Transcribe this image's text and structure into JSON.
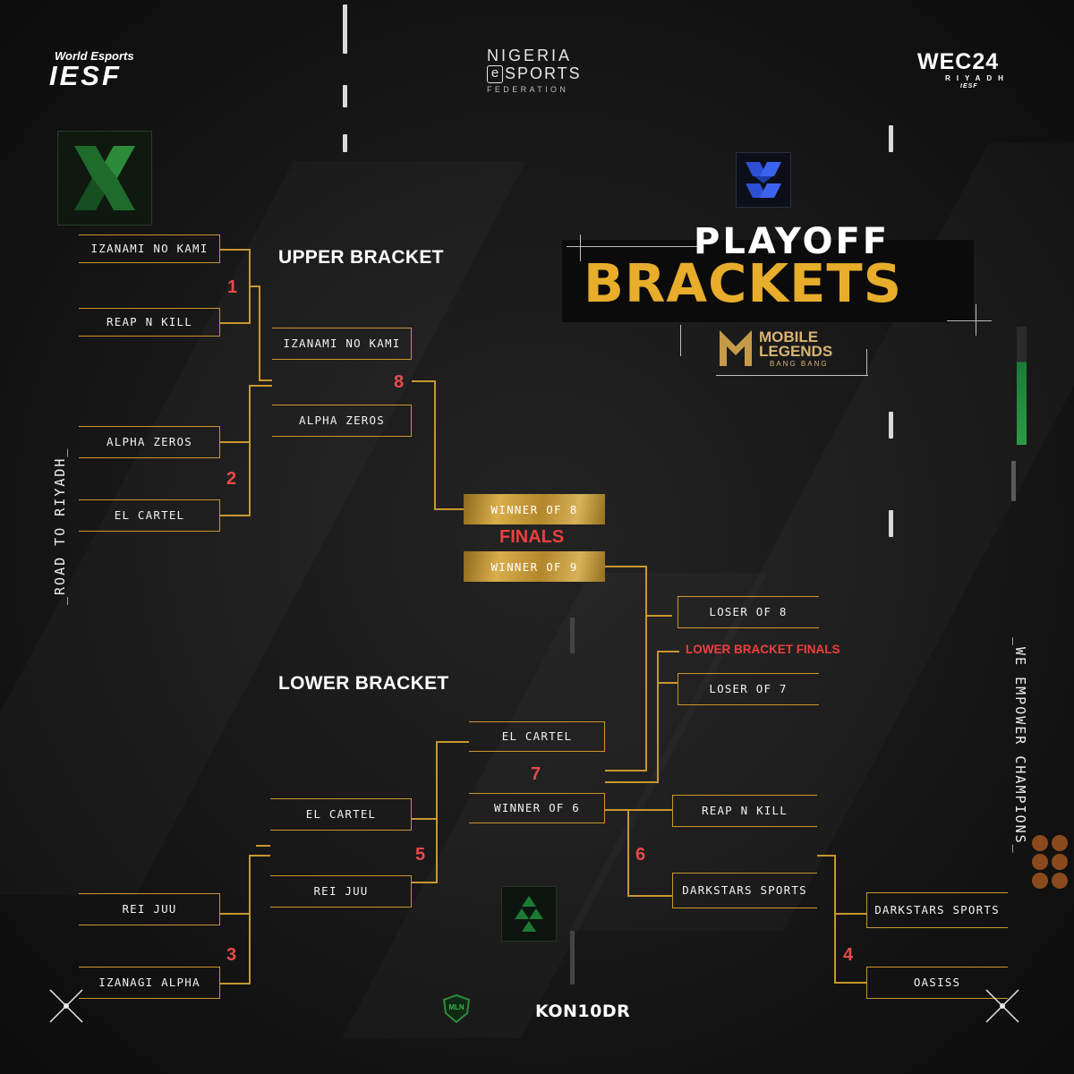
{
  "header": {
    "iesf_small": "World Esports",
    "iesf_big": "IESF",
    "nigeria_line1": "NIGERIA",
    "nigeria_line2_prefix": "e",
    "nigeria_line2": "SPORTS",
    "nigeria_line3": "FEDERATION",
    "wec_main": "WEC24",
    "wec_city": "RIYADH",
    "wec_sub": "IESF"
  },
  "title": {
    "line1": "PLAYOFF",
    "line2": "BRACKETS",
    "game_line1": "MOBILE",
    "game_line2": "LEGENDS",
    "game_line3": "BANG BANG"
  },
  "side_text": {
    "left": "_ROAD TO RIYADH_",
    "right": "_WE EMPOWER CHAMPIONS_"
  },
  "sections": {
    "upper": "UPPER BRACKET",
    "lower": "LOWER BRACKET",
    "finals": "FINALS",
    "lower_finals": "LOWER BRACKET FINALS"
  },
  "upper": {
    "m1_team1": "IZANAMI NO KAMI",
    "m1_team2": "REAP N KILL",
    "m1_num": "1",
    "m2_team1": "ALPHA ZEROS",
    "m2_team2": "EL CARTEL",
    "m2_num": "2",
    "m8_team1": "IZANAMI NO KAMI",
    "m8_team2": "ALPHA ZEROS",
    "m8_num": "8"
  },
  "finals": {
    "slot1": "WINNER OF 8",
    "slot2": "WINNER OF 9"
  },
  "lower_finals": {
    "slot1": "LOSER OF 8",
    "slot2": "LOSER OF 7"
  },
  "lower": {
    "m3_team1": "REI JUU",
    "m3_team2": "IZANAGI ALPHA",
    "m3_num": "3",
    "m5_team1": "EL CARTEL",
    "m5_team2": "REI JUU",
    "m5_num": "5",
    "m7_team1": "EL CARTEL",
    "m7_team2": "WINNER OF 6",
    "m7_num": "7",
    "m6_team1": "REAP N KILL",
    "m6_team2": "DARKSTARS SPORTS",
    "m6_num": "6",
    "m4_team1": "DARKSTARS SPORTS",
    "m4_team2": "OASISS",
    "m4_num": "4"
  },
  "footer": {
    "sponsor": "KON10DR",
    "badge": "MLN"
  },
  "colors": {
    "accent_gold": "#c9962d",
    "accent_red": "#e84a4a",
    "background": "#141414"
  }
}
